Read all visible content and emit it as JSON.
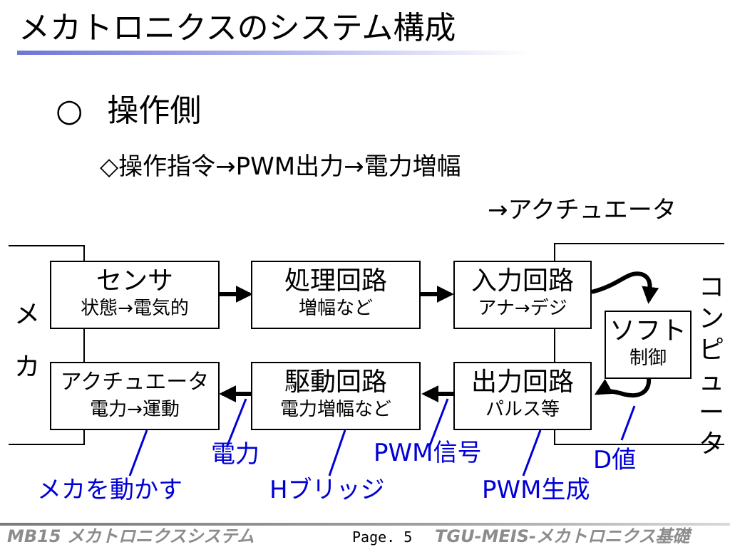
{
  "title": "メカトロニクスのシステム構成",
  "bullet": {
    "marker": "○",
    "text": "操作側"
  },
  "subpoint": {
    "line1": "◇操作指令→PWM出力→電力増幅",
    "line2": "→アクチュエータ"
  },
  "side_labels": {
    "left_chars": [
      "メ",
      "カ"
    ],
    "right_chars": [
      "コ",
      "ン",
      "ピ",
      "ュ",
      "ー",
      "タ"
    ]
  },
  "boxes": {
    "sensor": {
      "title": "センサ",
      "sub": "状態→電気的"
    },
    "process": {
      "title": "処理回路",
      "sub": "増幅など"
    },
    "input": {
      "title": "入力回路",
      "sub": "アナ→デジ"
    },
    "soft": {
      "title": "ソフト",
      "sub": "制御"
    },
    "actuator": {
      "title": "アクチュエータ",
      "sub": "電力→運動"
    },
    "drive": {
      "title": "駆動回路",
      "sub": "電力増幅など"
    },
    "output": {
      "title": "出力回路",
      "sub": "パルス等"
    }
  },
  "annotations": {
    "power": "電力",
    "pwm_signal": "PWM信号",
    "d_value": "D値",
    "move_mecha": "メカを動かす",
    "h_bridge": "Hブリッジ",
    "pwm_gen": "PWM生成"
  },
  "colors": {
    "annotation": "#0000d6",
    "underline": "#6f74d8",
    "footer": "#8c8c8c"
  },
  "footer": {
    "left": "MB15 メカトロニクスシステム",
    "page": "Page. 5",
    "right": "TGU-MEIS-メカトロニクス基礎"
  }
}
